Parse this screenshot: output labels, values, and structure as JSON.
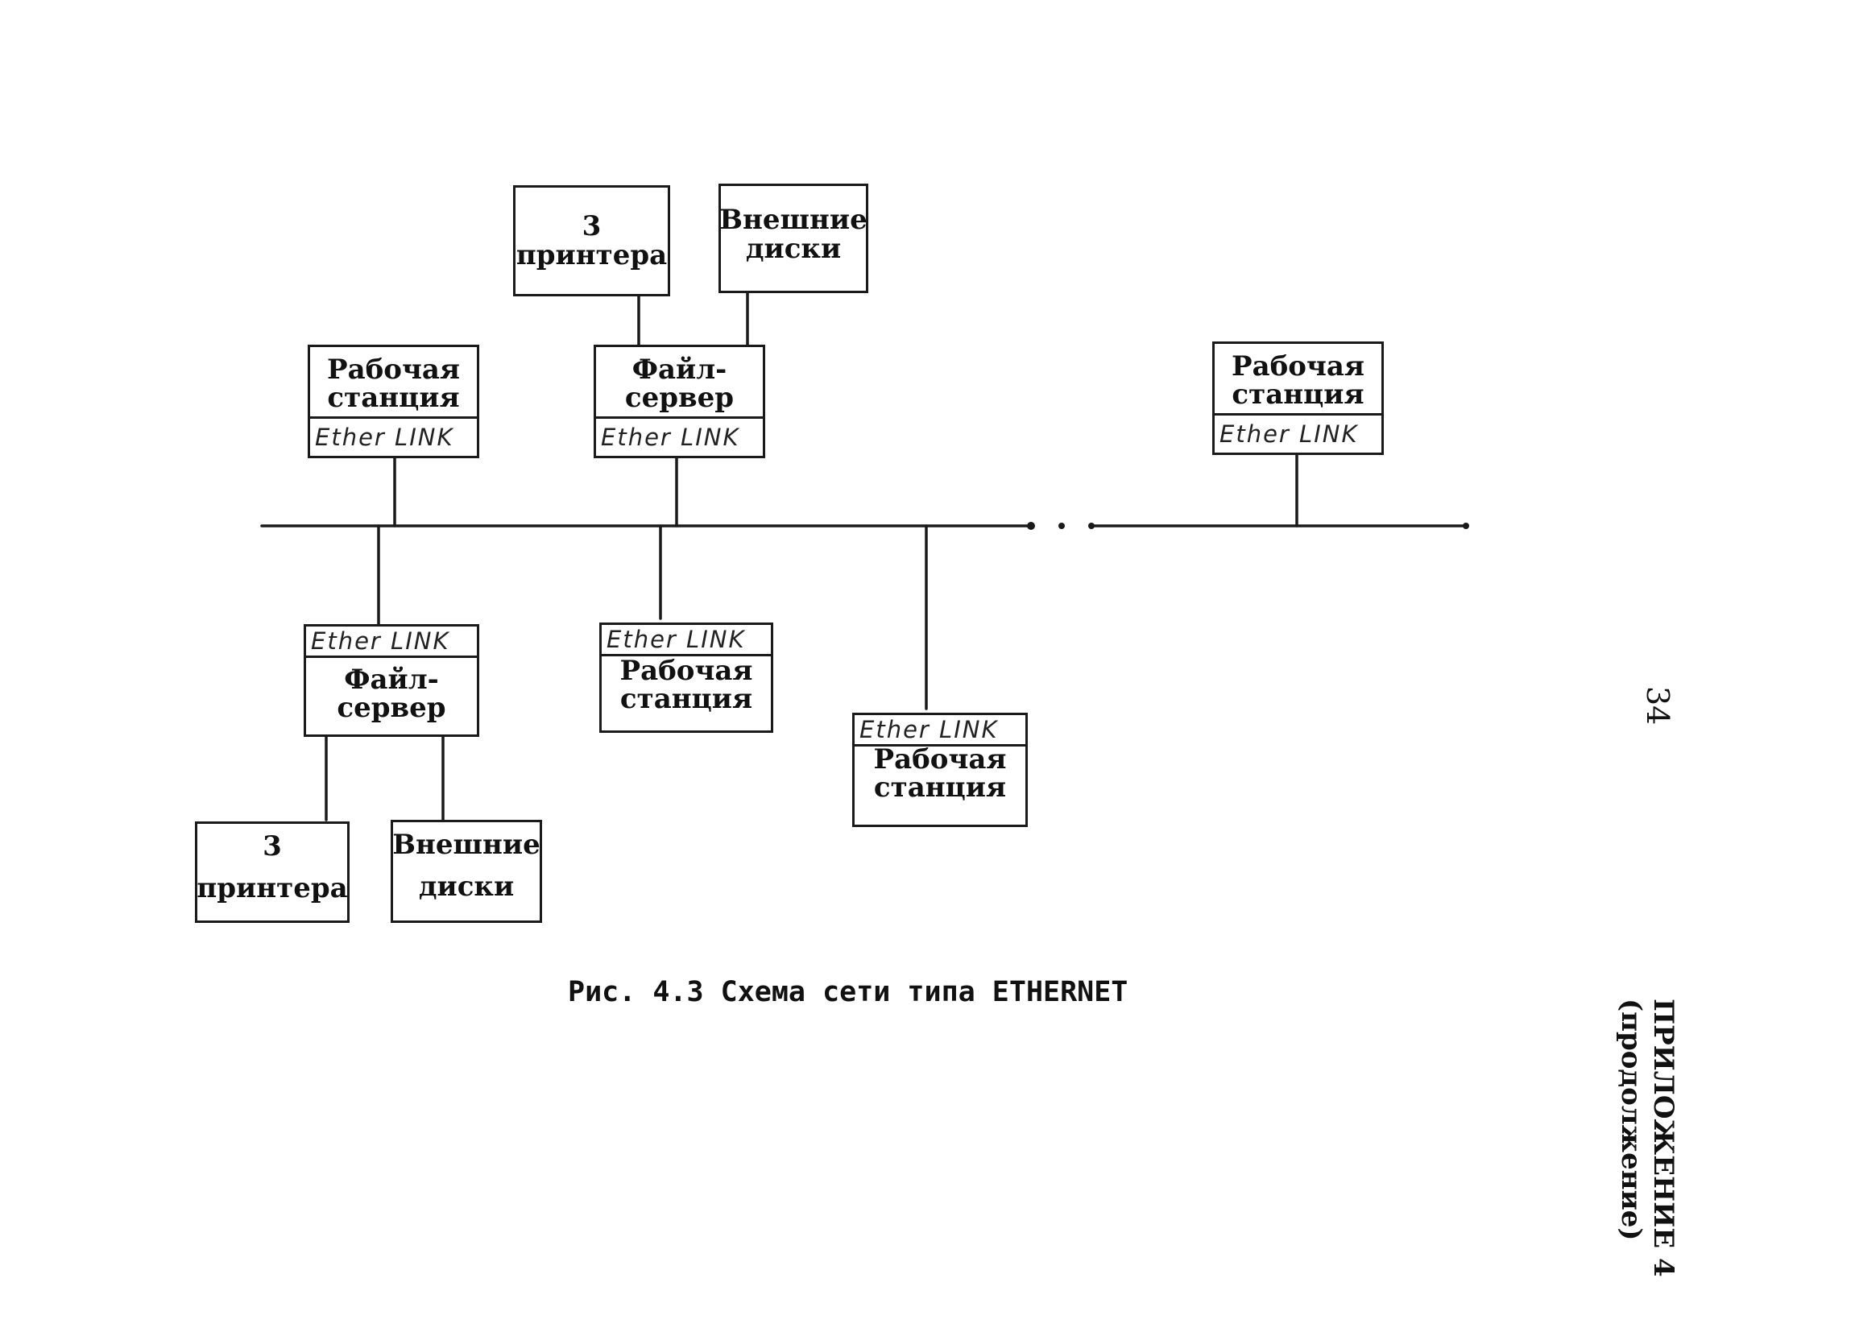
{
  "diagram": {
    "nic_label": "Ether LINK",
    "nodes": {
      "printers_top": {
        "line1": "3",
        "line2": "принтера"
      },
      "disks_top": {
        "line1": "Внешние",
        "line2": "диски"
      },
      "workstation_top_left": {
        "line1": "Рабочая",
        "line2": "станция"
      },
      "fileserver_top": {
        "line1": "Файл-",
        "line2": "сервер"
      },
      "workstation_top_right": {
        "line1": "Рабочая",
        "line2": "станция"
      },
      "fileserver_bottom": {
        "line1": "Файл-",
        "line2": "сервер"
      },
      "workstation_bottom_mid": {
        "line1": "Рабочая",
        "line2": "станция"
      },
      "workstation_bottom_right": {
        "line1": "Рабочая",
        "line2": "станция"
      },
      "printers_bottom": {
        "line1": "3",
        "line2": "принтера"
      },
      "disks_bottom": {
        "line1": "Внешние",
        "line2": "диски"
      }
    }
  },
  "caption": "Рис. 4.3 Схема сети типа ETHERNET",
  "page_number": "34",
  "appendix": {
    "line1": "ПРИЛОЖЕНИЕ 4",
    "line2": "(продолжение)"
  }
}
